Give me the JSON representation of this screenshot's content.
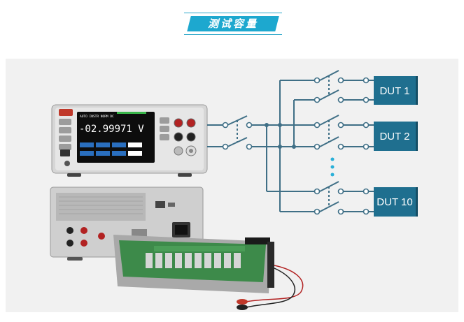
{
  "header": {
    "title": "测试容量"
  },
  "instrument": {
    "reading": "-02.99971 V"
  },
  "duts": [
    {
      "label": "DUT 1"
    },
    {
      "label": "DUT 2"
    },
    {
      "label": "DUT 10"
    }
  ],
  "colors": {
    "accent": "#1da8cf",
    "dut_box": "#1f6f8f",
    "wire": "#3f6f86",
    "ellipsis_dots": "#2ab0d8"
  }
}
